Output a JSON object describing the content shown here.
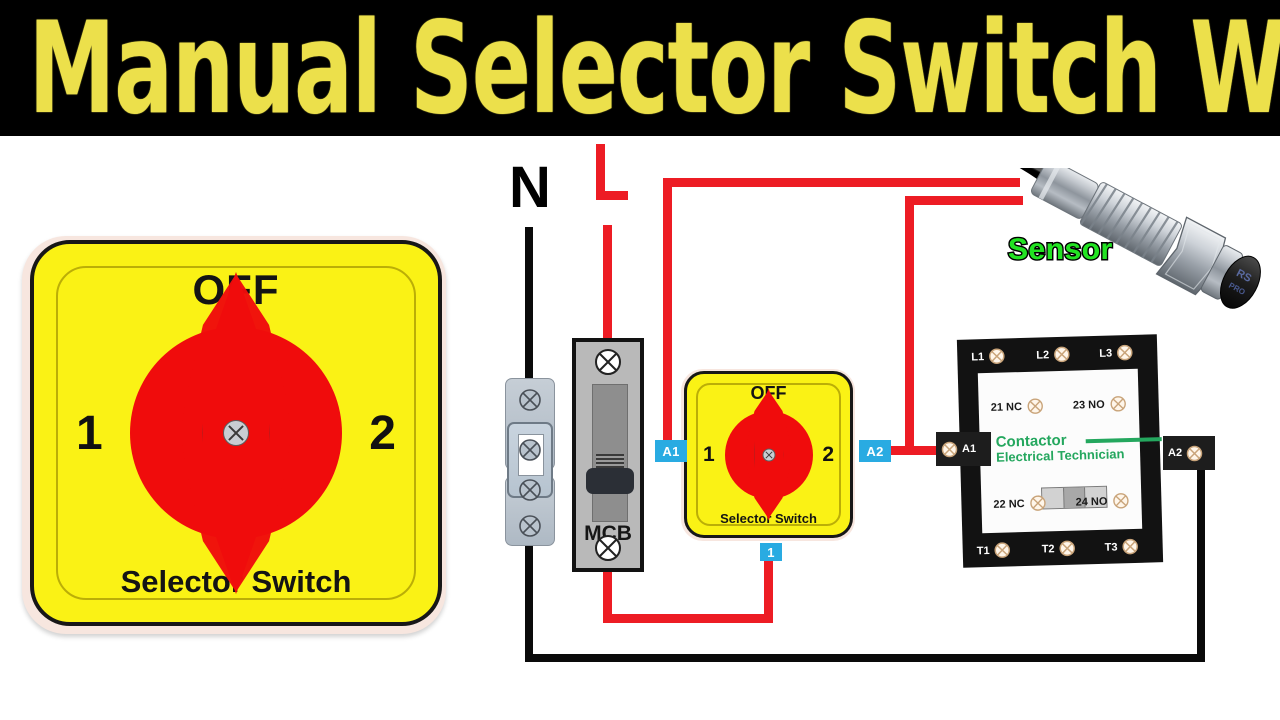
{
  "header": {
    "title": "Auto Manual Selector Switch Wiring",
    "title_color": "#ECE04B",
    "bg_color": "#000000"
  },
  "big_switch": {
    "name": "Selector Switch",
    "off_label": "OFF",
    "position_1": "1",
    "position_2": "2",
    "caption": "Selector Switch",
    "body_color": "#FAF215",
    "knob_color": "#F00C0C"
  },
  "diagram": {
    "neutral_label": "N",
    "line_label": "L",
    "mcb": {
      "label": "MCB"
    },
    "small_switch": {
      "off_label": "OFF",
      "position_1": "1",
      "position_2": "2",
      "caption": "Selector Switch"
    },
    "badges": {
      "a1": "A1",
      "a2": "A2",
      "one": "1"
    },
    "sensor": {
      "label": "Sensor",
      "label_color": "#22E322",
      "brand": "RS PRO"
    },
    "contactor": {
      "brand_line_1": "Contactor",
      "brand_line_2": "Electrical Technician",
      "brand_color": "#24A75E",
      "top_terminals": [
        "L1",
        "L2",
        "L3"
      ],
      "bottom_terminals": [
        "T1",
        "T2",
        "T3"
      ],
      "aux_top_left": "21 NC",
      "aux_top_right": "23 NO",
      "aux_bottom_left": "22 NC",
      "aux_bottom_right": "24 NO",
      "coil_left": "A1",
      "coil_right": "A2"
    },
    "wire_colors": {
      "live": "#ED1C24",
      "neutral": "#0A0A0A",
      "badge": "#29ABE2"
    }
  }
}
